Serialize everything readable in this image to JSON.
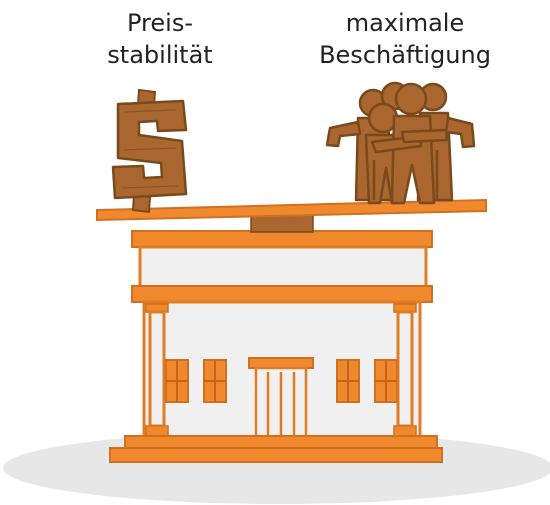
{
  "labels": {
    "left": [
      "Preis-",
      "stabilität"
    ],
    "right": [
      "maximale",
      "Beschäftigung"
    ]
  },
  "colors": {
    "orange": "#f0892e",
    "orange_dark": "#c8641a",
    "brown": "#a9662f",
    "brown_dark": "#7a4a1d",
    "wall": "#f0f0f0",
    "outline": "#d07020",
    "ground": "#e7e7e7"
  },
  "icons": {
    "left": "dollar-sign-icon",
    "right": "group-of-people-icon"
  }
}
